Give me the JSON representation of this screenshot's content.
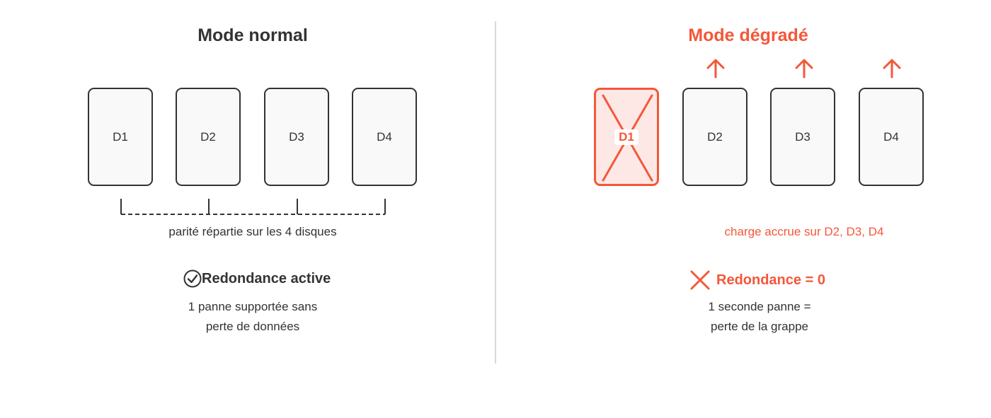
{
  "colors": {
    "accent": "#f4573a",
    "text": "#333333"
  },
  "normal": {
    "title": "Mode normal",
    "disks": [
      "D1",
      "D2",
      "D3",
      "D4"
    ],
    "parity_caption": "parité répartie sur les 4 disques",
    "status_icon": "check-circle-icon",
    "status_label": "Redondance active",
    "desc_line1": "1 panne supportée sans",
    "desc_line2": "perte de données"
  },
  "degraded": {
    "title": "Mode dégradé",
    "failed_disk": "D1",
    "disks": [
      "D2",
      "D3",
      "D4"
    ],
    "load_icon": "arrow-up-icon",
    "load_caption": "charge accrue sur D2, D3, D4",
    "status_icon": "cross-icon",
    "status_label": "Redondance = 0",
    "desc_line1": "1 seconde panne =",
    "desc_line2": "perte de la grappe"
  }
}
